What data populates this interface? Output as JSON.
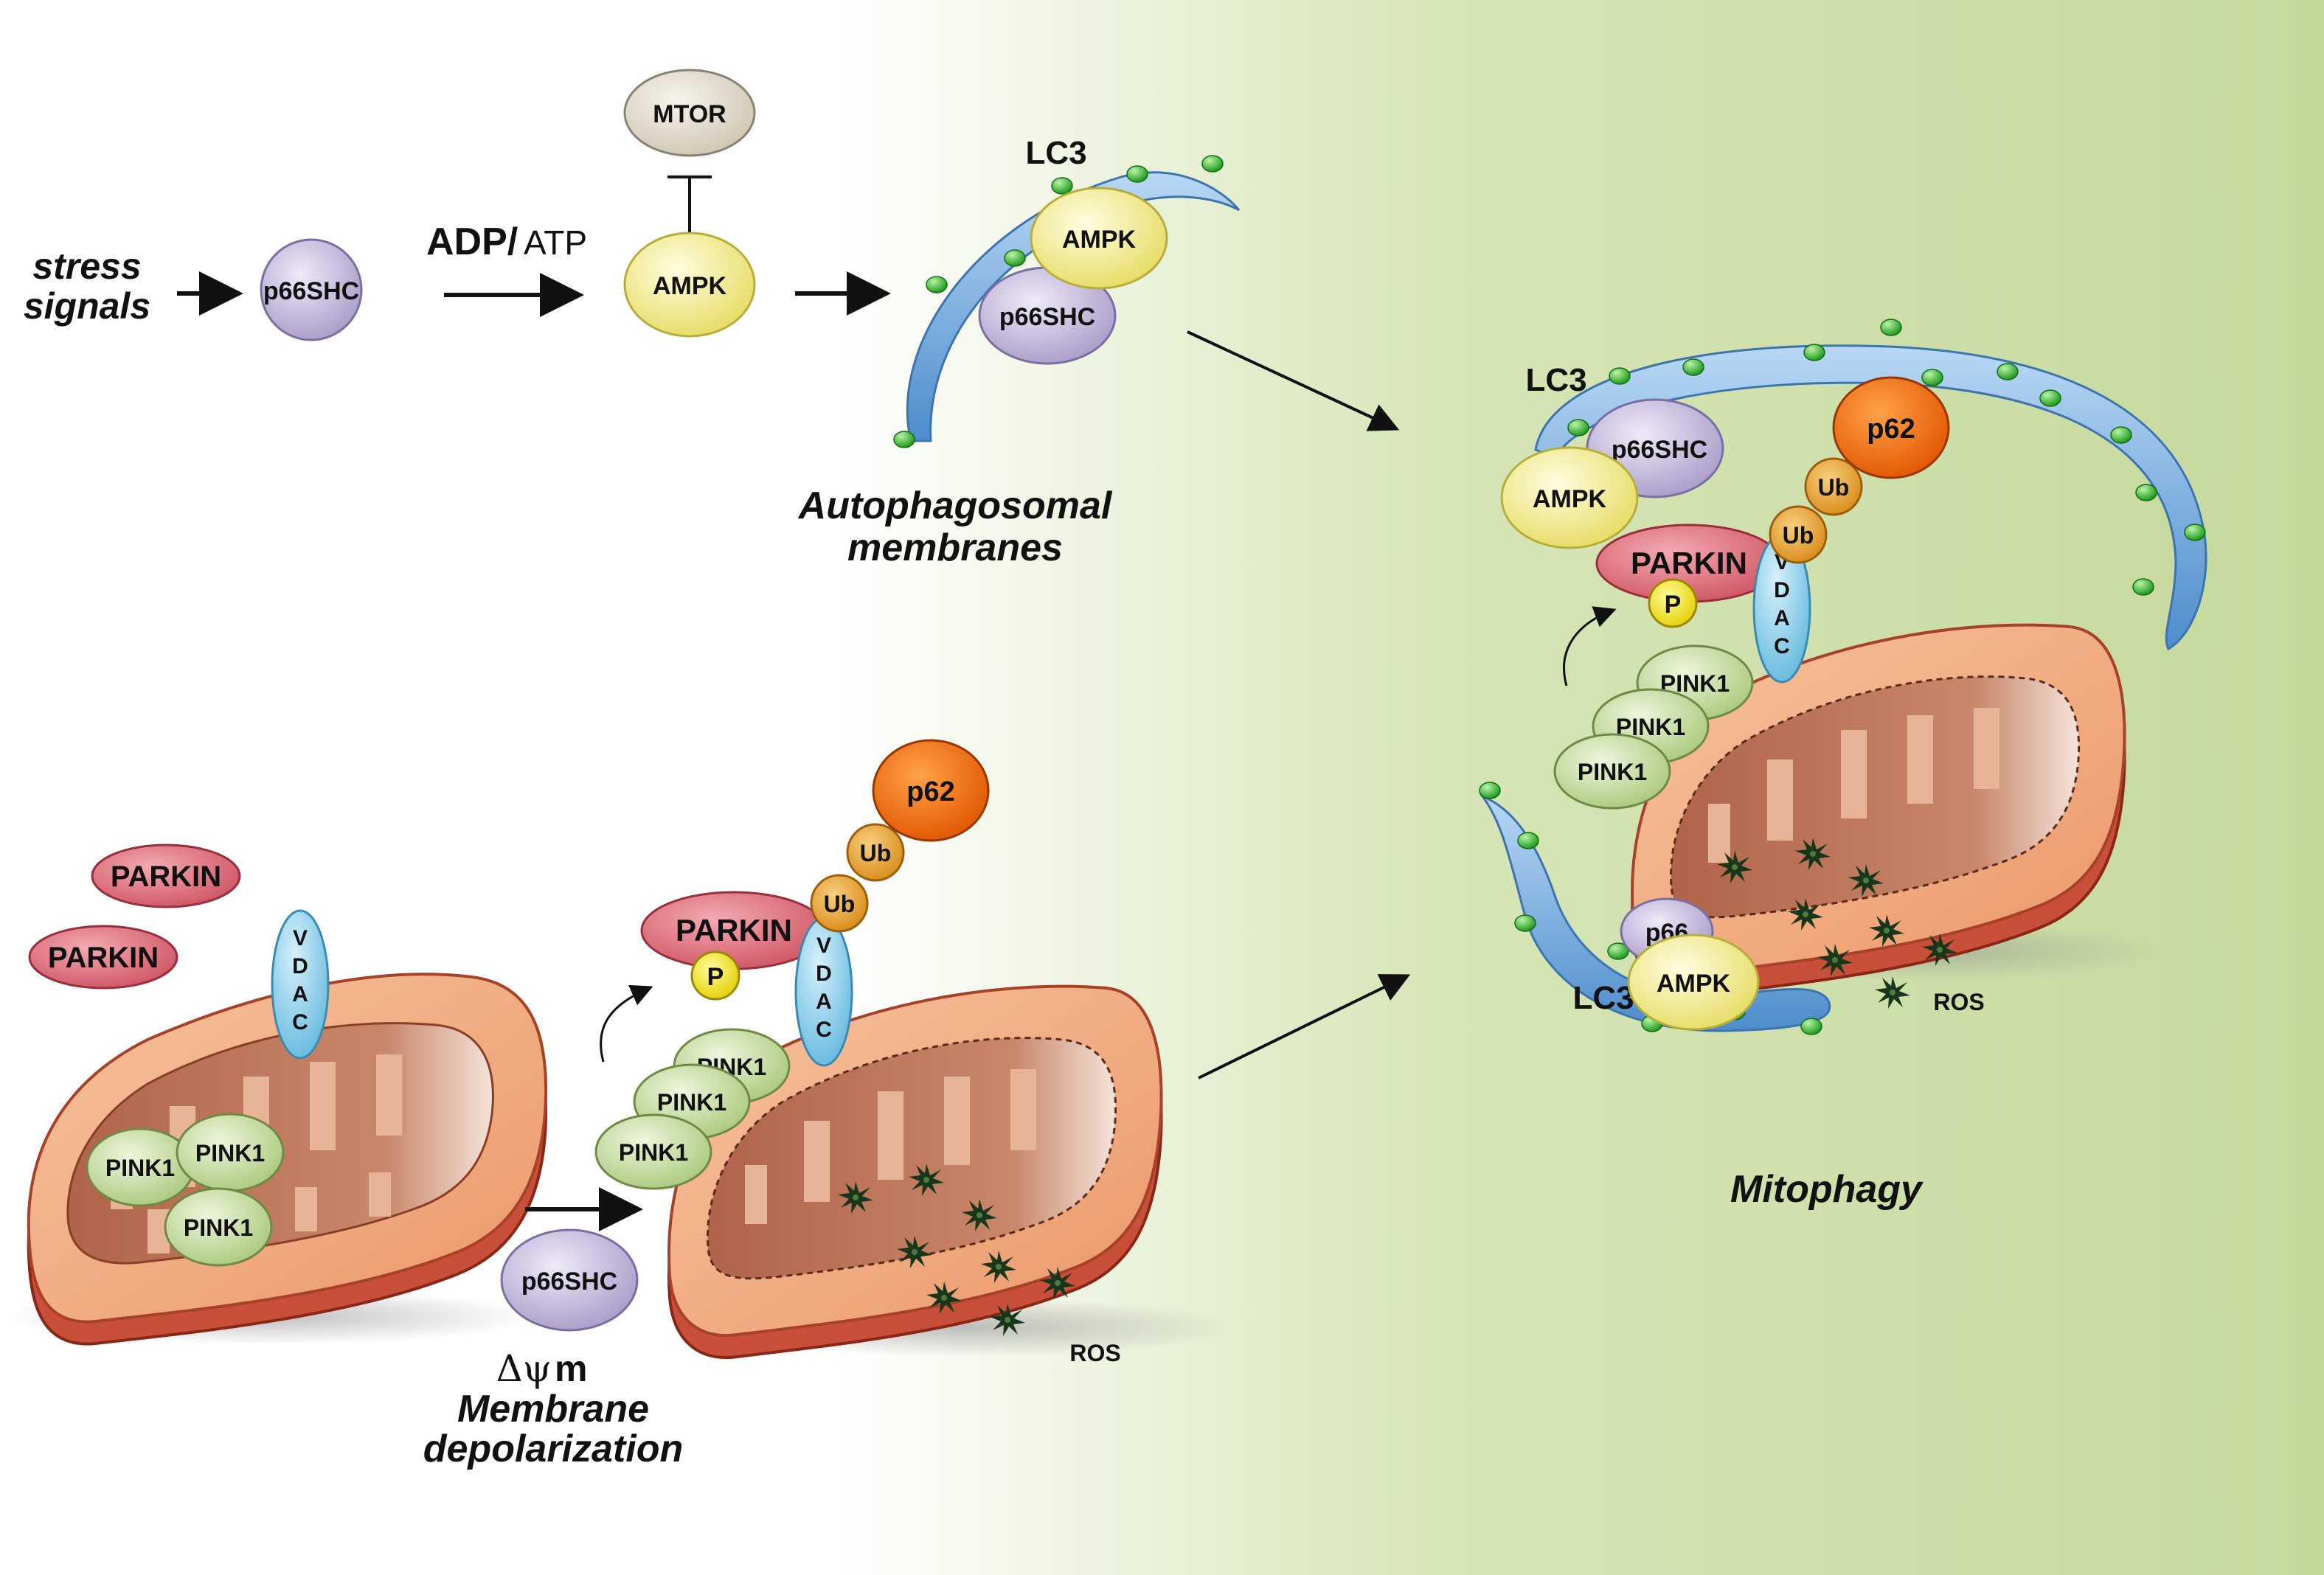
{
  "labels": {
    "stress_signals_1": "stress",
    "stress_signals_2": "signals",
    "adp": "ADP/",
    "atp": "ATP",
    "mtor": "MTOR",
    "ampk": "AMPK",
    "p66shc": "p66SHC",
    "p66": "p66",
    "lc3": "LC3",
    "autophagosomal_1": "Autophagosomal",
    "autophagosomal_2": "membranes",
    "parkin": "PARKIN",
    "vdac_v": "V",
    "vdac_d": "D",
    "vdac_a": "A",
    "vdac_c": "C",
    "pink1": "PINK1",
    "p62": "p62",
    "ub": "Ub",
    "p": "P",
    "ros": "ROS",
    "delta_psi": "Δψ",
    "delta_m": "m",
    "membrane_1": "Membrane",
    "membrane_2": "depolarization",
    "mitophagy": "Mitophagy"
  },
  "colors": {
    "p66shc": "#c9bfe0",
    "ampk": "#f6f19a",
    "mtor": "#e8e2d4",
    "parkin": "#e37a86",
    "vdac": "#8fd0ea",
    "pink1": "#cfe2a6",
    "p62": "#f26a10",
    "ub": "#e9a230",
    "phospho": "#f6e600",
    "lc3_dot": "#2fb92f",
    "membrane": "#6aa4dc",
    "mito_outer": "#f2a37c",
    "mito_cristae": "#b86a4e",
    "background_green": "#c9dca2"
  }
}
